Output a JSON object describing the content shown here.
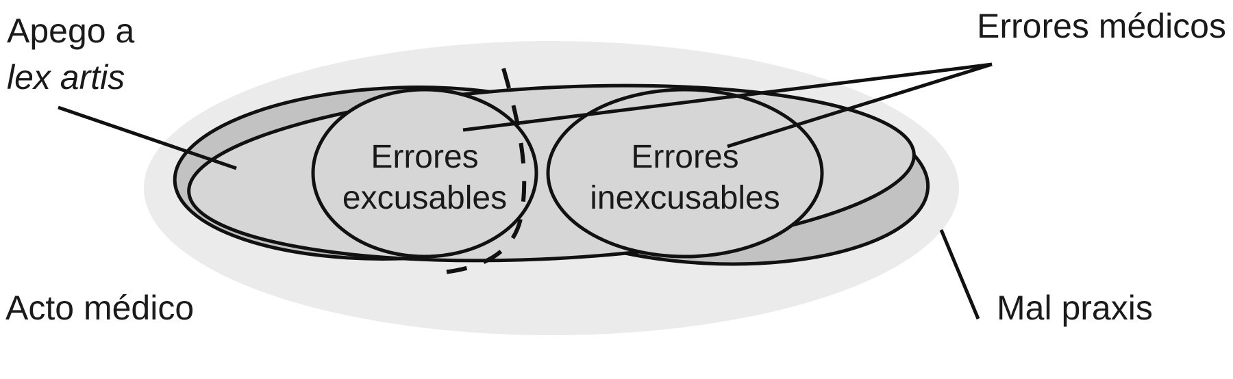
{
  "diagram": {
    "type": "venn-euler-diagram",
    "title_text": null,
    "background_color": "#ffffff",
    "colors": {
      "outer_ellipse_fill": "#ebebeb",
      "middle_ellipse_fill": "#c2c2c2",
      "inner_ellipse_fill": "#d6d6d6",
      "stroke": "#111111",
      "text": "#1a1a1a"
    },
    "labels": {
      "top_left": {
        "line1": "Apego a",
        "line2": "lex artis",
        "line2_style": "italic",
        "has_leader_line": true
      },
      "top_right": {
        "text": "Errores médicos",
        "has_leader_line": true,
        "leader_count": 2
      },
      "bottom_left": {
        "text": "Acto médico",
        "has_leader_line": false
      },
      "bottom_right": {
        "text": "Mal praxis",
        "has_leader_line": true
      },
      "inner_left": {
        "line1": "Errores",
        "line2": "excusables"
      },
      "inner_right": {
        "line1": "Errores",
        "line2": "inexcusables"
      }
    },
    "regions": [
      {
        "name": "acto-medico",
        "label": "Acto médico",
        "shade": "#ebebeb"
      },
      {
        "name": "apego-lex-artis",
        "label": "Apego a lex artis",
        "shade": "#c2c2c2"
      },
      {
        "name": "errores-medicos",
        "label": "Errores médicos",
        "shade": "#d6d6d6"
      },
      {
        "name": "mal-praxis",
        "label": "Mal praxis",
        "shade": "#c2c2c2"
      },
      {
        "name": "errores-excusables",
        "label": "Errores excusables",
        "shade": "#d6d6d6"
      },
      {
        "name": "errores-inexcusables",
        "label": "Errores inexcusables",
        "shade": "#d6d6d6"
      }
    ]
  }
}
